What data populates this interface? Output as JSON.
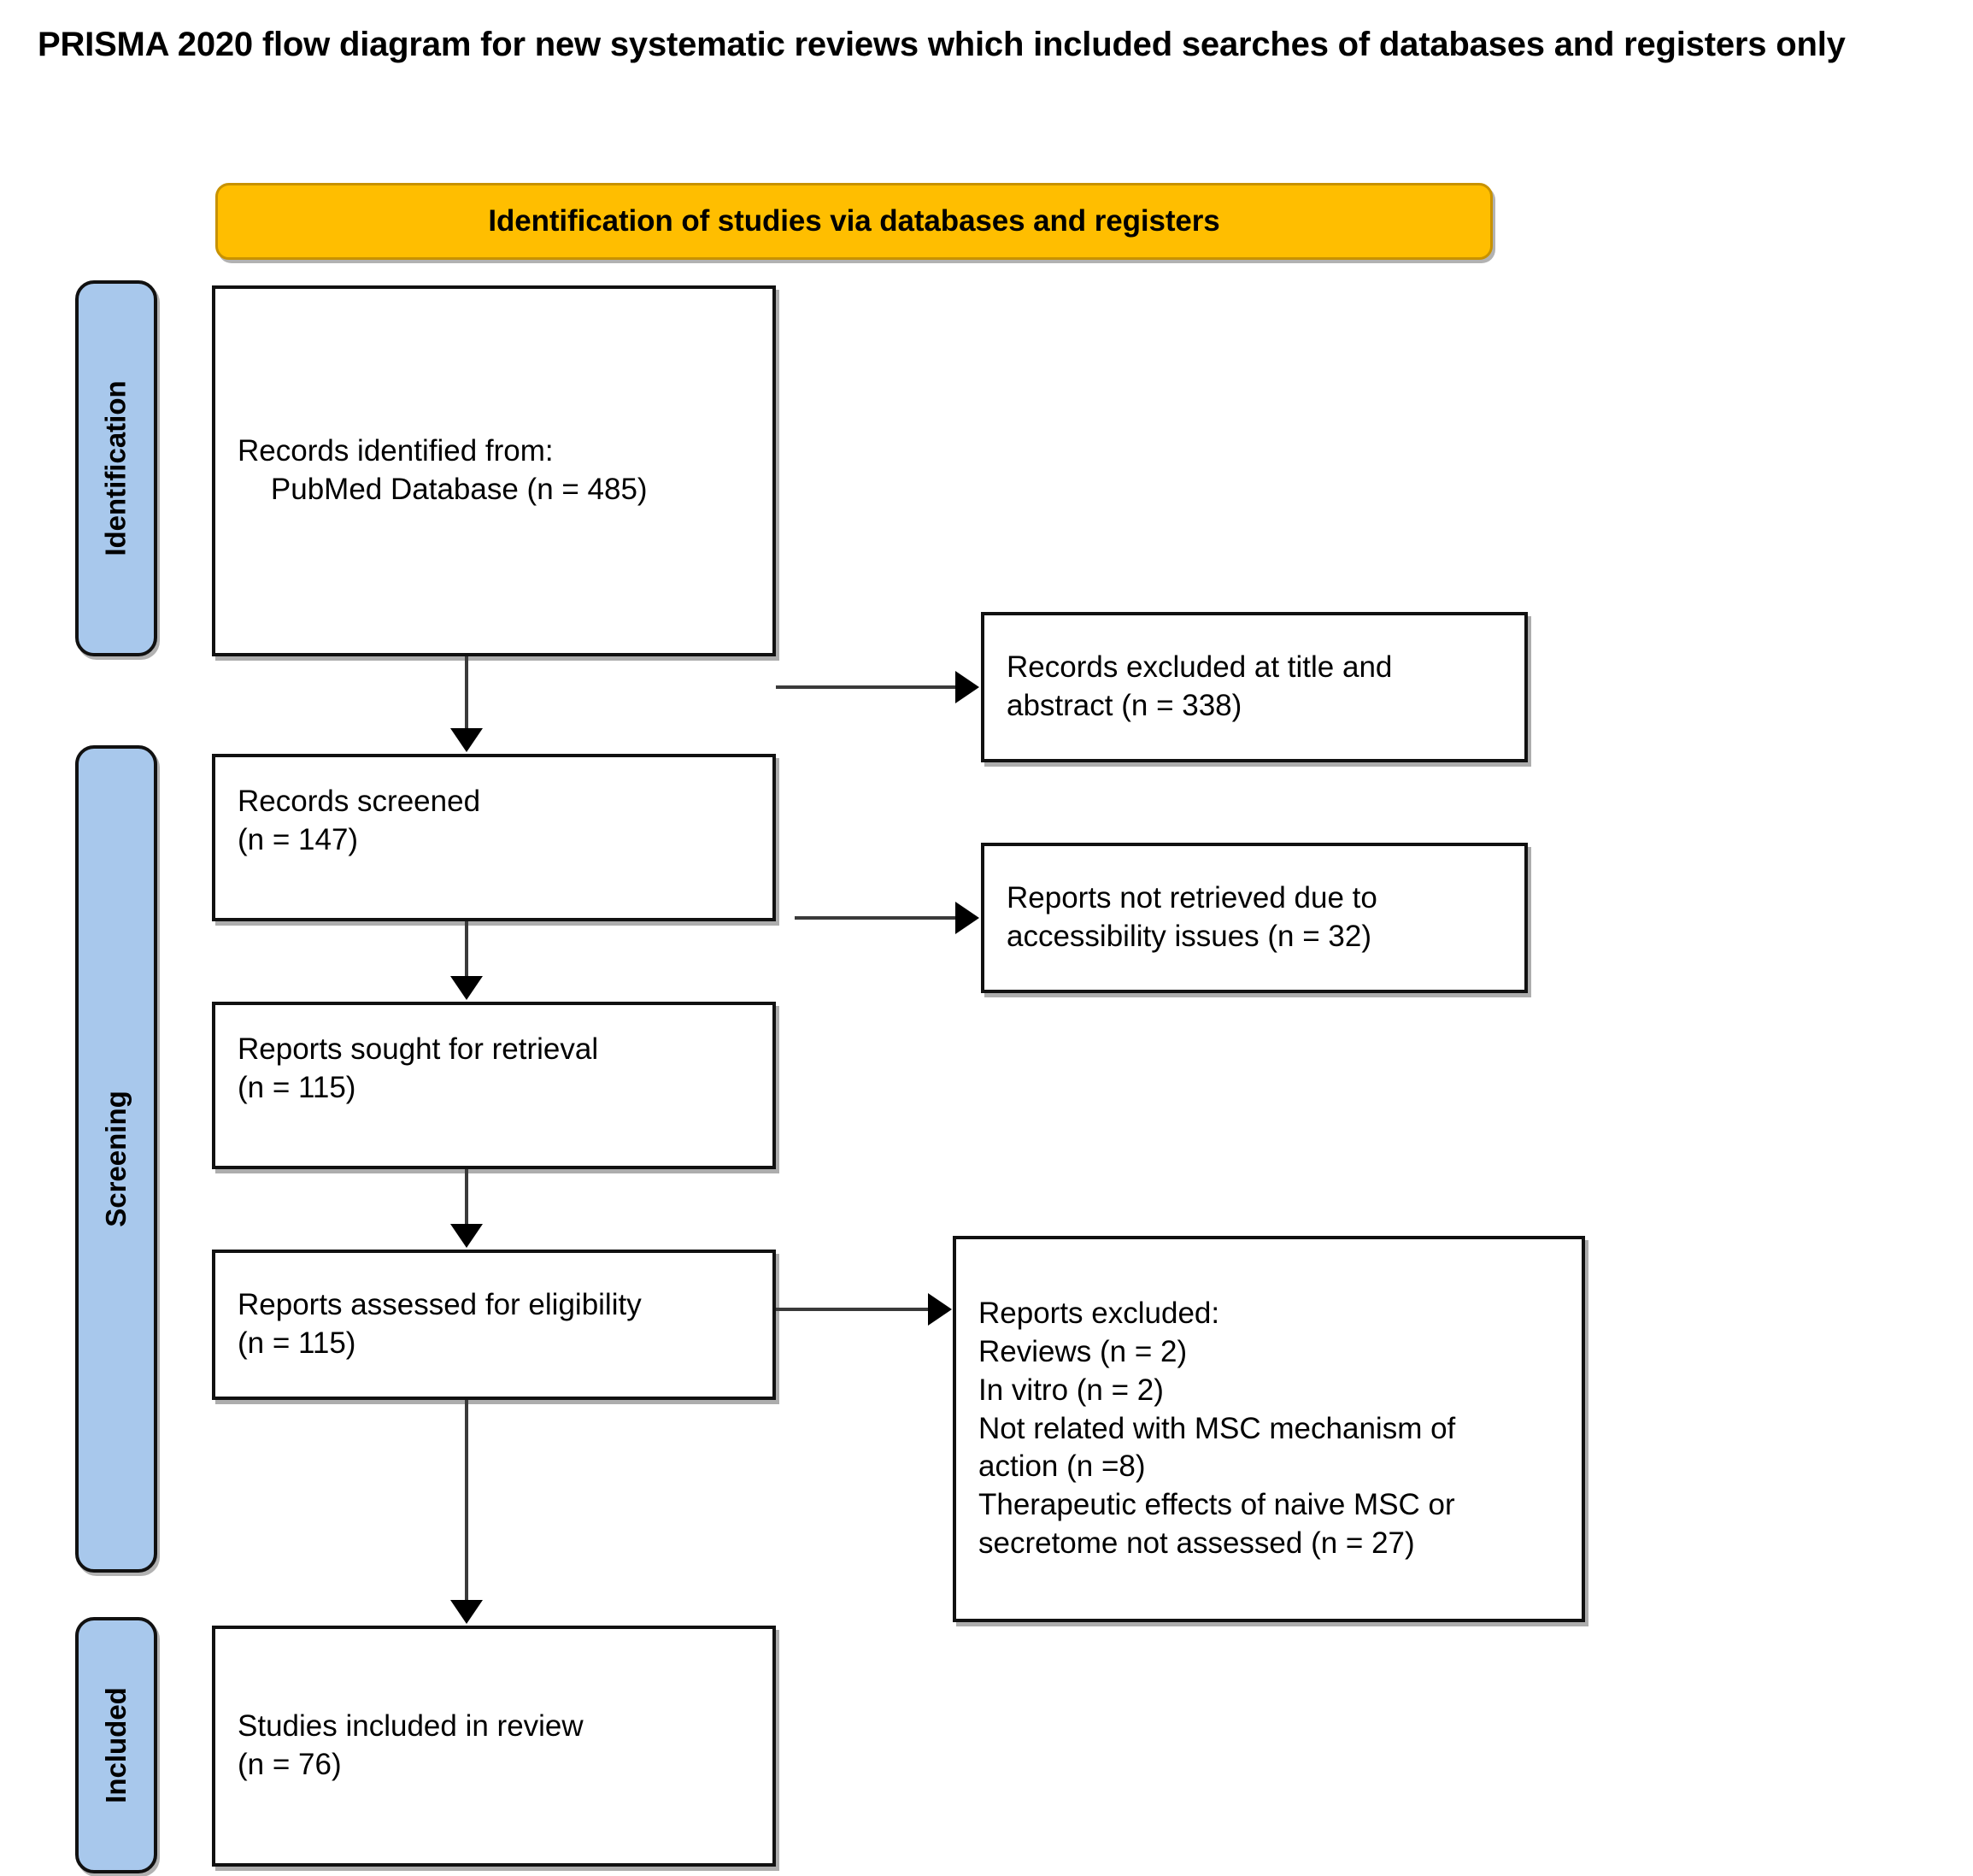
{
  "title": "PRISMA 2020 flow diagram for new systematic reviews which included searches of databases and registers only",
  "colors": {
    "banner_fill": "#FFBE00",
    "banner_border": "#C89200",
    "phase_fill": "#A8C8EC",
    "box_border": "#111111",
    "connector": "#3a3a3a"
  },
  "banner": {
    "label": "Identification of studies via databases and registers"
  },
  "phases": [
    {
      "key": "identification",
      "label": "Identification"
    },
    {
      "key": "screening",
      "label": "Screening"
    },
    {
      "key": "included",
      "label": "Included"
    }
  ],
  "boxes": {
    "records_identified": {
      "line1": "Records identified from:",
      "line2": "    PubMed Database (n = 485)"
    },
    "records_screened": {
      "line1": "Records screened",
      "line2": "(n = 147)"
    },
    "reports_sought": {
      "line1": "Reports sought for retrieval",
      "line2": "(n = 115)"
    },
    "reports_assessed": {
      "line1": "Reports assessed for eligibility",
      "line2": "(n = 115)"
    },
    "studies_included": {
      "line1": "Studies included in review",
      "line2": "(n = 76)"
    },
    "records_excluded": {
      "line1": "Records excluded at title and",
      "line2": "abstract (n = 338)"
    },
    "reports_not_retrieved": {
      "line1": "Reports not retrieved due to",
      "line2": "accessibility issues (n = 32)"
    },
    "reports_excluded": {
      "line1": "Reports excluded:",
      "line2": "Reviews (n = 2)",
      "line3": "In vitro (n = 2)",
      "line4": "Not related with MSC mechanism of",
      "line5": "action (n =8)",
      "line6": "Therapeutic effects of naive MSC or",
      "line7": "secretome not assessed (n = 27)"
    }
  },
  "counts": {
    "identified_pubmed": 485,
    "screened": 147,
    "excluded_title_abstract": 338,
    "sought_for_retrieval": 115,
    "not_retrieved": 32,
    "assessed_for_eligibility": 115,
    "excluded_reviews": 2,
    "excluded_in_vitro": 2,
    "excluded_not_related_msc": 8,
    "excluded_no_therapeutic_effects": 27,
    "included_in_review": 76
  }
}
